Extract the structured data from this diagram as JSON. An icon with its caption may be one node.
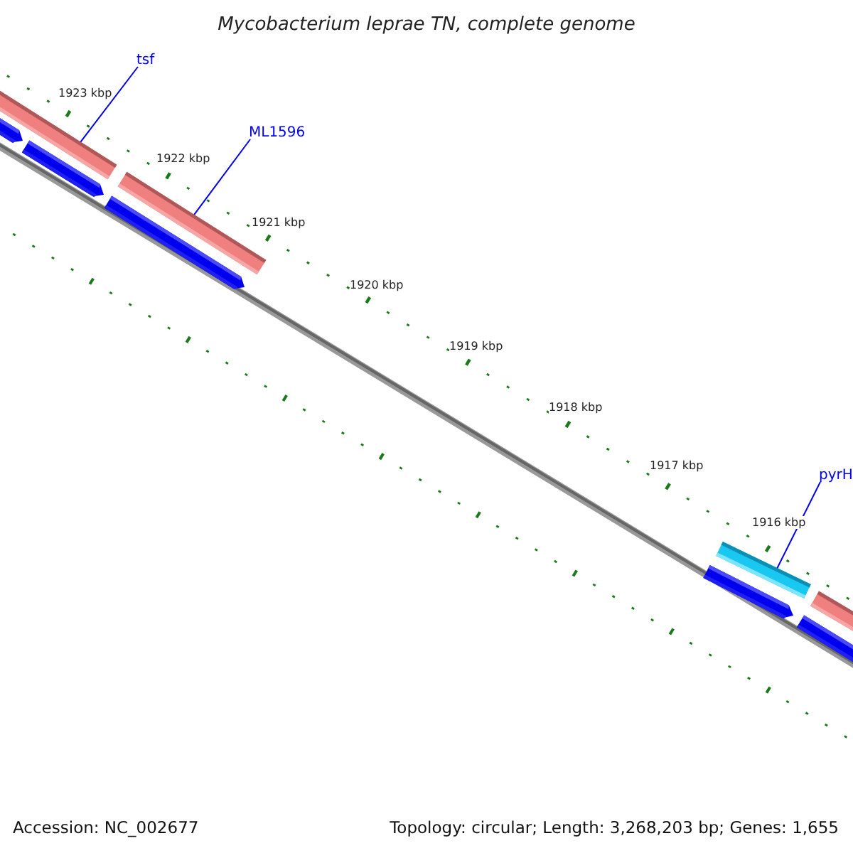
{
  "diagram": {
    "title": "Mycobacterium leprae TN, complete genome",
    "nodes": [
      {
        "text": [
          "tsf"
        ]
      },
      {
        "text": [],
        "shape": "bar"
      },
      {
        "text": [
          "ML1596"
        ]
      },
      {
        "text": [],
        "shape": "bar"
      },
      {
        "text": [
          "pyrH"
        ]
      },
      {
        "text": [],
        "shape": "bar"
      }
    ],
    "edges": [
      {
        "from": 0,
        "to": 1,
        "arrow": "none"
      },
      {
        "from": 2,
        "to": 3,
        "arrow": "none"
      },
      {
        "from": 4,
        "to": 5,
        "arrow": "none"
      }
    ],
    "labels": [
      "1923 kbp",
      "1922 kbp",
      "1921 kbp",
      "1920 kbp",
      "1919 kbp",
      "1918 kbp",
      "1917 kbp",
      "1916 kbp",
      "Accession: NC_002677",
      "Topology: circular; Length: 3,268,203 bp; Genes: 1,655"
    ]
  }
}
